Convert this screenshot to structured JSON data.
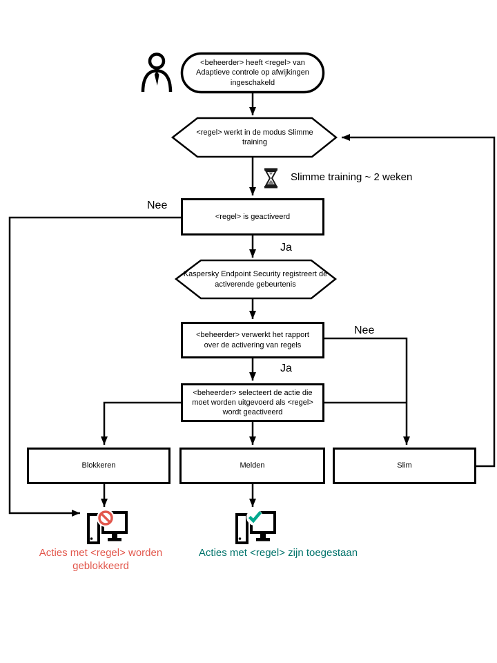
{
  "nodes": {
    "start": "<beheerder> heeft <regel> van Adaptieve controle op afwijkingen ingeschakeld",
    "training_mode": "<regel> werkt in de modus Slimme training",
    "rule_triggered": "<regel> is geactiveerd",
    "registers_event": "Kaspersky Endpoint Security registreert de activerende gebeurtenis",
    "processes_report": "<beheerder> verwerkt het rapport over de activering van regels",
    "selects_action": "<beheerder> selecteert de actie die moet worden uitgevoerd als <regel> wordt geactiveerd",
    "action_block": "Blokkeren",
    "action_notify": "Melden",
    "action_smart": "Slim"
  },
  "labels": {
    "training_duration": "Slimme training ~ 2 weken",
    "no_left": "Nee",
    "yes_top": "Ja",
    "no_right": "Nee",
    "yes_bottom": "Ja",
    "caption_blocked": "Acties met <regel> worden geblokkeerd",
    "caption_allowed": "Acties met <regel> zijn toegestaan"
  },
  "icons": {
    "person": "person-icon",
    "hourglass": "hourglass-icon",
    "computer_blocked": "computer-blocked-icon",
    "computer_allowed": "computer-allowed-icon",
    "prohibition": "prohibition-icon",
    "checkmark": "checkmark-icon"
  },
  "colors": {
    "line": "#000000",
    "blocked_red": "#e2574c",
    "allowed_text_green": "#00736b",
    "allowed_check_green": "#00a88e",
    "background": "#ffffff"
  }
}
